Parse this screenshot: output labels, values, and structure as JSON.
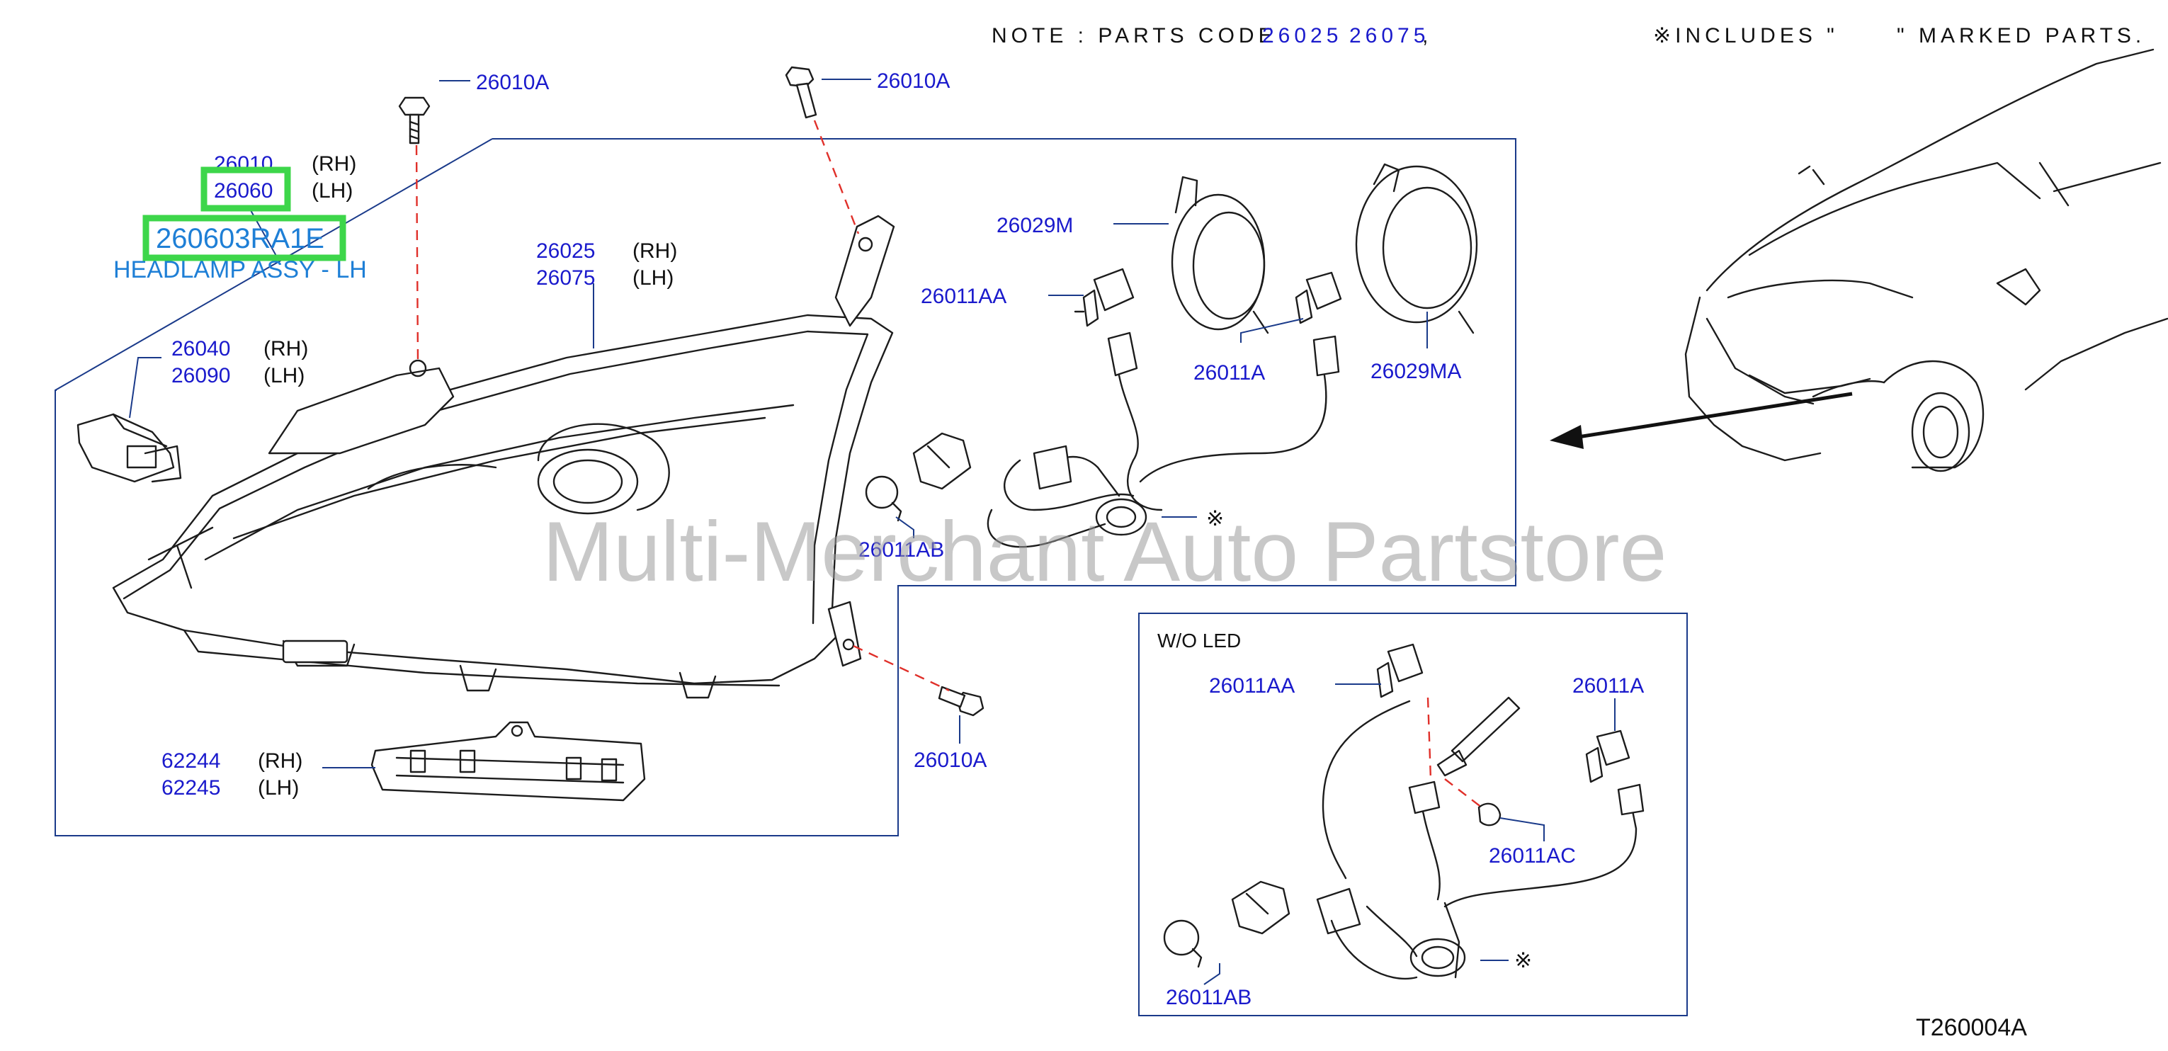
{
  "note": {
    "text": "NOTE : PARTS CODE",
    "code_a": "26025",
    "code_b": "26075",
    "comma": ",",
    "includes": "※INCLUDES \"",
    "includes_tail": "\" MARKED PARTS."
  },
  "callouts": {
    "c26010A_top_left": "26010A",
    "c26010A_top_right": "26010A",
    "c26010A_bottom": "26010A",
    "headlamp_rh_code": "26010",
    "headlamp_rh_side": "(RH)",
    "headlamp_lh_code": "26060",
    "headlamp_lh_side": "(LH)",
    "highlight_part_number": "260603RA1E",
    "highlight_part_name": "HEADLAMP ASSY - LH",
    "lens_rh_code": "26025",
    "lens_rh_side": "(RH)",
    "lens_lh_code": "26075",
    "lens_lh_side": "(LH)",
    "module_rh_code": "26040",
    "module_rh_side": "(RH)",
    "module_lh_code": "26090",
    "module_lh_side": "(LH)",
    "bracket_rh_code": "62244",
    "bracket_rh_side": "(RH)",
    "bracket_lh_code": "62245",
    "bracket_lh_side": "(LH)",
    "cap_m": "26029M",
    "cap_ma": "26029MA",
    "bulb_aa": "26011AA",
    "bulb_a": "26011A",
    "bulb_ab": "26011AB",
    "marker_symbol": "※"
  },
  "inset": {
    "title": "W/O   LED",
    "bulb_aa": "26011AA",
    "bulb_a": "26011A",
    "bulb_ac": "26011AC",
    "bulb_ab": "26011AB",
    "marker_symbol": "※"
  },
  "watermark": "Multi-Merchant Auto Partstore",
  "diagram_id": "T260004A",
  "colors": {
    "callout_text": "#1a1acc",
    "highlight_text": "#1e7fd6",
    "highlight_box": "#3dd64a",
    "dashed_guide": "#e0302a",
    "frame_line": "#1a3a8a"
  }
}
